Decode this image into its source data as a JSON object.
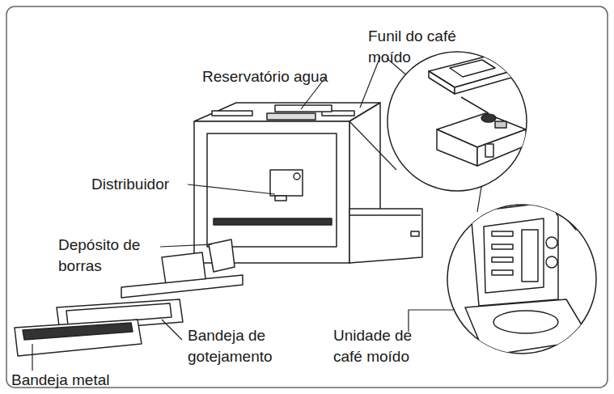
{
  "diagram": {
    "labels": [
      "Funil do café moído",
      "Reservatório agua",
      "Distribuidor",
      "Depósito de borras",
      "Bandeja de gotejamento",
      "Unidade de café moído",
      "Bandeja metal"
    ]
  }
}
